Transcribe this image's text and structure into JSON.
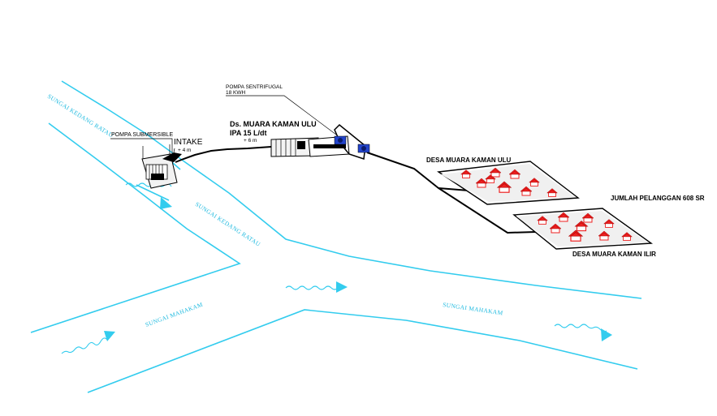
{
  "rivers": {
    "kedang_rantau_upper": "SUNGAI KEDANG RATAU",
    "kedang_rantau_lower": "SUNGAI KEDANG RATAU",
    "mahakam_left": "SUNGAI MAHAKAM",
    "mahakam_right": "SUNGAI MAHAKAM"
  },
  "labels": {
    "pompa_submersible": "POMPA SUBMERSIBLE",
    "intake": "INTAKE",
    "intake_elevation": "+ 4 m",
    "pompa_sentrifugal": "POMPA SENTRIFUGAL",
    "pompa_sentrifugal_power": "18 KWH",
    "ipa_location": "Ds. MUARA KAMAN ULU",
    "ipa_capacity": "IPA 15 L/dt",
    "ipa_elevation": "+ 6 m",
    "desa_ulu": "DESA MUARA KAMAN ULU",
    "desa_ilir": "DESA MUARA KAMAN ILIR",
    "jumlah_pelanggan": "JUMLAH PELANGGAN 608 SR"
  },
  "colors": {
    "river": "#33ccee",
    "house": "#ee2222",
    "pipe": "#000000"
  }
}
